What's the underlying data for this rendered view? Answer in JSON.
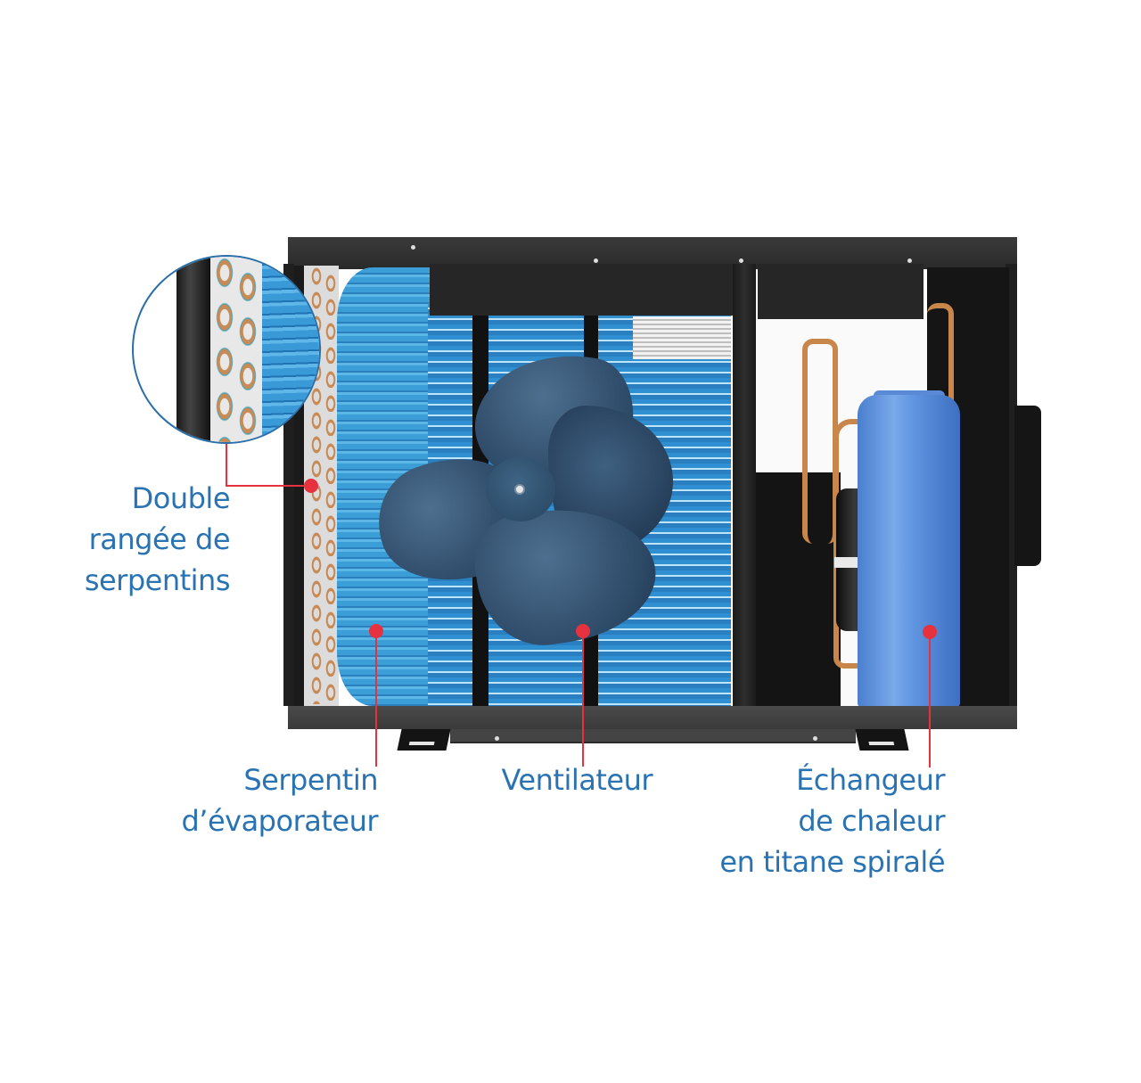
{
  "diagram": {
    "subject": "heat-pump-cutaway",
    "colors": {
      "label_text": "#2a73b3",
      "callout": "#e6323e",
      "magnifier_ring": "#2a6fa8",
      "fins": "#2f8fd0",
      "tank": "#5f94e0",
      "housing": "#262626"
    },
    "callouts": [
      {
        "id": "double-coil",
        "lines": [
          "Double",
          "rangée de",
          "serpentins"
        ]
      },
      {
        "id": "evaporator-coil",
        "lines": [
          "Serpentin",
          "d’évaporateur"
        ]
      },
      {
        "id": "fan",
        "lines": [
          "Ventilateur"
        ]
      },
      {
        "id": "heat-exchanger",
        "lines": [
          "Échangeur",
          "de chaleur",
          "en titane spiralé"
        ]
      }
    ]
  }
}
